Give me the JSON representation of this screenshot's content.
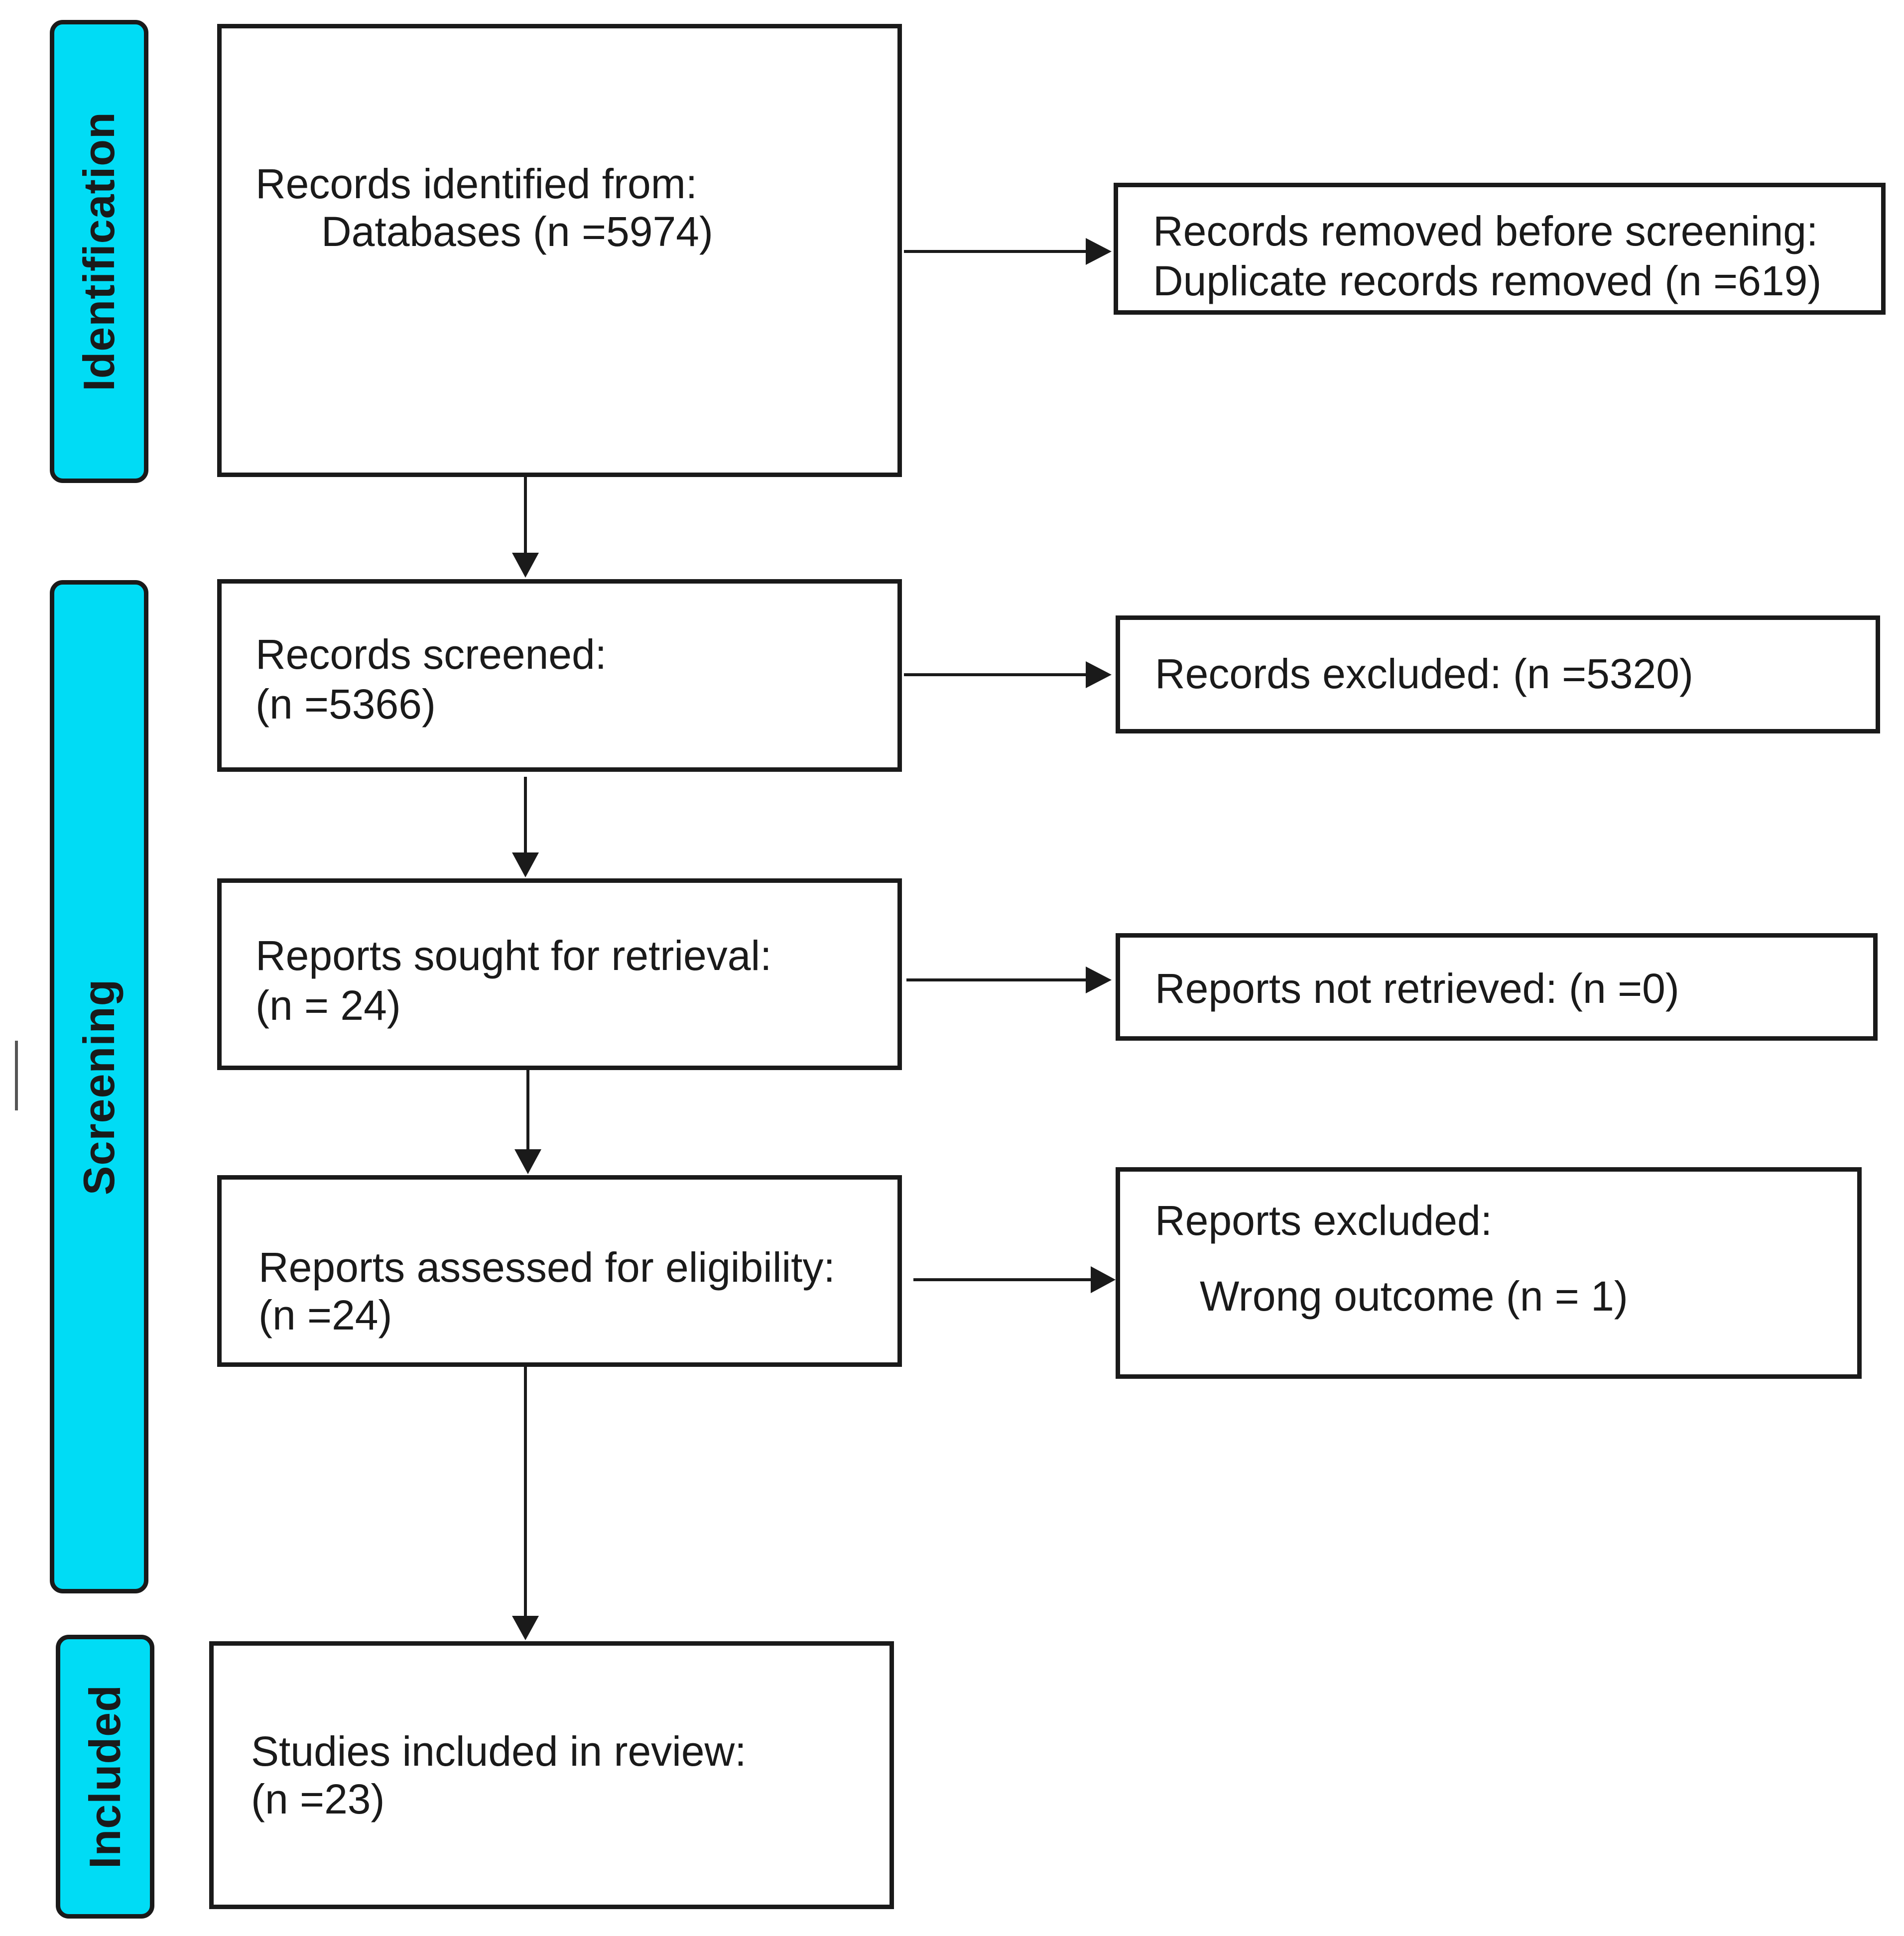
{
  "phases": {
    "identification": "Identification",
    "screening": "Screening",
    "included": "Included"
  },
  "boxes": {
    "identified": {
      "line1": "Records identified from:",
      "line2": "Databases (n =5974)"
    },
    "removed": {
      "line1": "Records removed before screening:",
      "line2": "Duplicate records removed (n =619)"
    },
    "screened": {
      "line1": "Records screened:",
      "line2": "(n =5366)"
    },
    "excluded_records": {
      "line1": "Records excluded: (n =5320)"
    },
    "sought": {
      "line1": "Reports sought for retrieval:",
      "line2": "(n = 24)"
    },
    "not_retrieved": {
      "line1": "Reports not retrieved: (n =0)"
    },
    "assessed": {
      "line1": "Reports assessed for eligibility:",
      "line2": "(n =24)"
    },
    "excluded_reports": {
      "line1": "Reports excluded:",
      "line2": "Wrong outcome (n = 1)"
    },
    "included": {
      "line1": "Studies included in review:",
      "line2": "(n =23)"
    }
  },
  "colors": {
    "phase_fill": "#00dcf5",
    "stroke": "#1a1a1a"
  }
}
